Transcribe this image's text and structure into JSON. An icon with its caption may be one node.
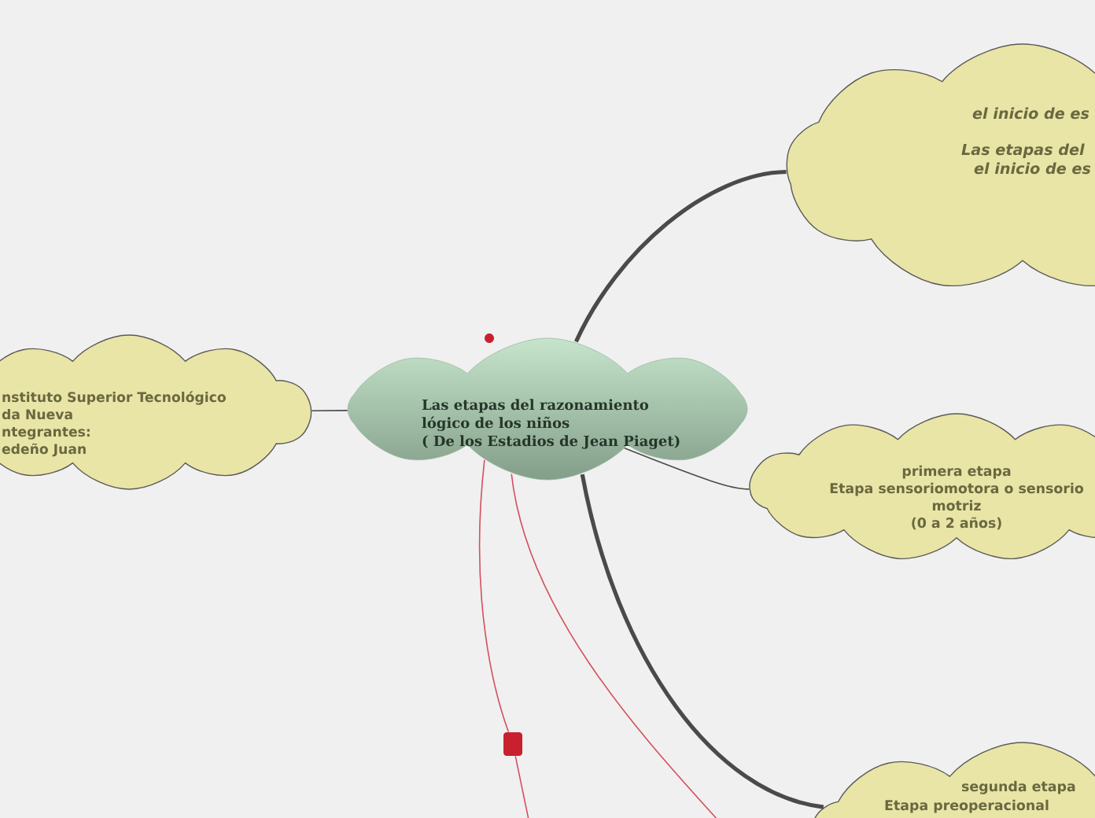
{
  "diagram": {
    "nodes": [
      {
        "text": [
          "el inicio de es",
          "Las etapas del",
          "el inicio de es"
        ]
      },
      {
        "text": [
          "nstituto Superior Tecnológico",
          "da Nueva",
          "ntegrantes:",
          "edeño Juan"
        ]
      },
      {
        "text": [
          "Las etapas del razonamiento lógico de los niños",
          "( De los Estadios de Jean Piaget)"
        ]
      },
      {
        "text": [
          "primera etapa",
          "Etapa sensoriomotora o sensorio motriz",
          "(0 a 2 años)"
        ]
      },
      {
        "text": [
          "segunda etapa",
          "Etapa preoperacional"
        ]
      },
      {
        "text": [],
        "shape": "box"
      }
    ],
    "edges": [
      {
        "from": 2,
        "to": 0,
        "arrow": "none",
        "style": "thick"
      },
      {
        "from": 2,
        "to": 1,
        "arrow": "none"
      },
      {
        "from": 2,
        "to": 3,
        "arrow": "none"
      },
      {
        "from": 2,
        "to": 4,
        "arrow": "none",
        "style": "thick"
      },
      {
        "from": 2,
        "to": 5,
        "arrow": "none",
        "color": "#d4505e"
      },
      {
        "from": 5,
        "to": null,
        "arrow": "none",
        "color": "#d4505e"
      },
      {
        "from": 2,
        "to": null,
        "arrow": "none",
        "color": "#d4505e"
      }
    ]
  }
}
